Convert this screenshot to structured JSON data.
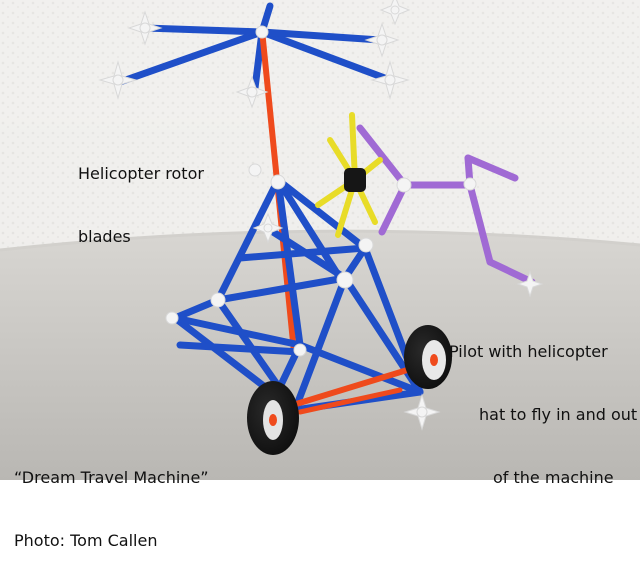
{
  "captions": {
    "rotor": [
      "Helicopter rotor",
      "blades"
    ],
    "pilot": [
      "Pilot with helicopter",
      "hat to fly in and out",
      "of the machine"
    ],
    "credit": [
      "“Dream Travel Machine”",
      "Photo: Tom Callen"
    ]
  },
  "colors": {
    "straw_blue": "#1f4fc8",
    "straw_orange": "#ef4a1c",
    "straw_yellow": "#e8dc28",
    "straw_purple": "#a06ad4",
    "connector_white": "#f4f4f4",
    "wheel_black": "#161616",
    "backdrop_white": "#f3f2ef",
    "table_grey": "#c7c5c1"
  }
}
